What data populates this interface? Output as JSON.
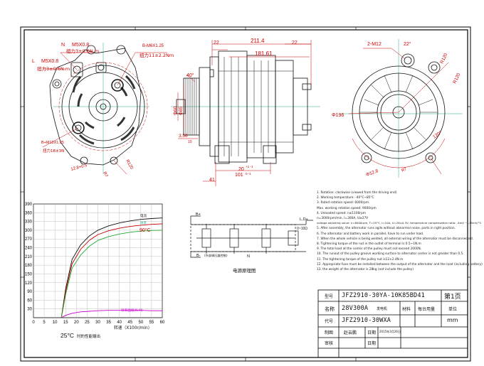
{
  "front_view": {
    "n_label": "N",
    "n_thread": "M5X0.8",
    "n_torque": "扭力3±0.6N.m",
    "l_label": "L",
    "l_thread": "M5X0.8",
    "l_torque": "扭力3±0.6N.m",
    "b_minus_thread": "B-M6X1.25",
    "b_minus_torque": "扭力11±2.2Nm",
    "b_plus_thread": "B+M12X1.25",
    "b_plus_torque": "扭力18±3N",
    "hole_dim": "12.8+0.5",
    "r_small": "R7",
    "r_big": "R120"
  },
  "side_view": {
    "dim_overall": "211.4",
    "dim_body": "181.61",
    "dim_left": "22",
    "dim_top_right": "22",
    "dim_pulley_angle": "40°",
    "dim_pulley_dia": "Φ85",
    "dim_shaft_dia": "Φ60",
    "dim_356": "3.56",
    "dim_10": "10",
    "dim_41": "41",
    "dim_101": "101",
    "dim_20": "20",
    "dim_20_tol": "+1\n-1",
    "dim_101_tol": "0\n-1"
  },
  "rear_view": {
    "thread": "2-M12",
    "angle": "22°",
    "r_dim": "R120",
    "r_dim2": "R120",
    "dia": "Φ196",
    "angle2": "120°",
    "hole": "Φ12.8",
    "r_small": "R7"
  },
  "curve_chart": {
    "y_ticks": [
      "390",
      "360",
      "330",
      "300",
      "270",
      "240",
      "210",
      "180",
      "150",
      "120",
      "90",
      "60",
      "30"
    ],
    "x_ticks": [
      "0",
      "5",
      "10",
      "15",
      "20",
      "25",
      "30",
      "35",
      "40",
      "45",
      "50",
      "55",
      "60"
    ],
    "x_label": "转速（X100r/min）",
    "temp_label": "25°C",
    "temp_note": "时的性能输出",
    "temp_90": "90°C",
    "legend_1": "电流",
    "legend_2": "效率",
    "efficiency_label": "效率曲线(N.M)"
  },
  "chart_data": {
    "type": "line",
    "x": [
      13,
      15,
      18,
      22,
      26,
      30,
      35,
      40,
      45,
      50,
      55,
      60
    ],
    "series": [
      {
        "values": [
          0,
          100,
          200,
          250,
          280,
          300,
          315,
          325,
          332,
          337,
          340,
          342
        ]
      },
      {
        "values": [
          0,
          90,
          185,
          235,
          265,
          285,
          298,
          307,
          313,
          317,
          320,
          322
        ]
      },
      {
        "values": [
          0,
          80,
          170,
          215,
          245,
          265,
          278,
          287,
          293,
          297,
          299,
          300
        ]
      },
      {
        "values": [
          0,
          8,
          15,
          20,
          22,
          24,
          25,
          25,
          25,
          25,
          24,
          24
        ]
      }
    ],
    "xlabel": "转速（X100r/min）",
    "ylim": [
      0,
      390
    ],
    "xlim": [
      0,
      60
    ]
  },
  "circuit": {
    "b_plus": "B+",
    "gen_label": "电源原理图",
    "l_d_plus": "L,D+",
    "n_label": "N",
    "b_minus": "B-",
    "ext": "(外部调压器控制)",
    "resistor": "0~10Ω"
  },
  "notes": [
    "1. Rotation: clockwise (viewed from the driving end)",
    "2. Working temperature: -40°C~85°C",
    "3. Rated rotation speed: 6000rpm.",
    "Max. working rotation speed: 9000rpm",
    "4. Unloaded speed: n≤1100rpm",
    "n=3000rpm/min, I=300A, U≥27V",
    "voltage adjusting value: n=6000rpm, T=25°C, I=10A, U=28±0.3V, temperature compensation ratio: -4mV ~ -15mV/°C",
    "5. After assembly, the alternator runs agile without abnormal noise, parts in right position.",
    "6. The alternator and battery work in parallel, have to run under load.",
    "7. When the whole vehicle is being welded, all external wiring of the alternator must be disconnected.",
    "8. Tightening torque of the nut in the outlet of terminal is 0.5~1N.m",
    "9. The total load at the center of the pulley must not exceed 2000N.",
    "10. The runout of the pulley groove working surface to alternator center is not greater than 0.5.",
    "11. The tightening torque of the pulley nut is12±2.4N.m",
    "12. Appropriate fuse must be installed between the output of the alternator and the load (including battery)",
    "13. the weight of the alternator is 28kg (not include the pulley)"
  ],
  "title_block": {
    "label_model": "型号",
    "model": "JFZ2910-30YA-10K85BD41",
    "page": "第1页",
    "label_name": "名称",
    "name": "28V300A",
    "name_suffix": "发电机",
    "label_material": "材料",
    "label_qty": "每台用量",
    "label_unit": "单位",
    "label_code": "代号",
    "code": "JFZ2910-30WXA",
    "unit": "mm",
    "label_drawn": "制图",
    "drawn_by": "赵云鹏",
    "label_date": "日期",
    "date": "2015年3月26日",
    "label_checked": "审核",
    "label_date2": "日期"
  }
}
